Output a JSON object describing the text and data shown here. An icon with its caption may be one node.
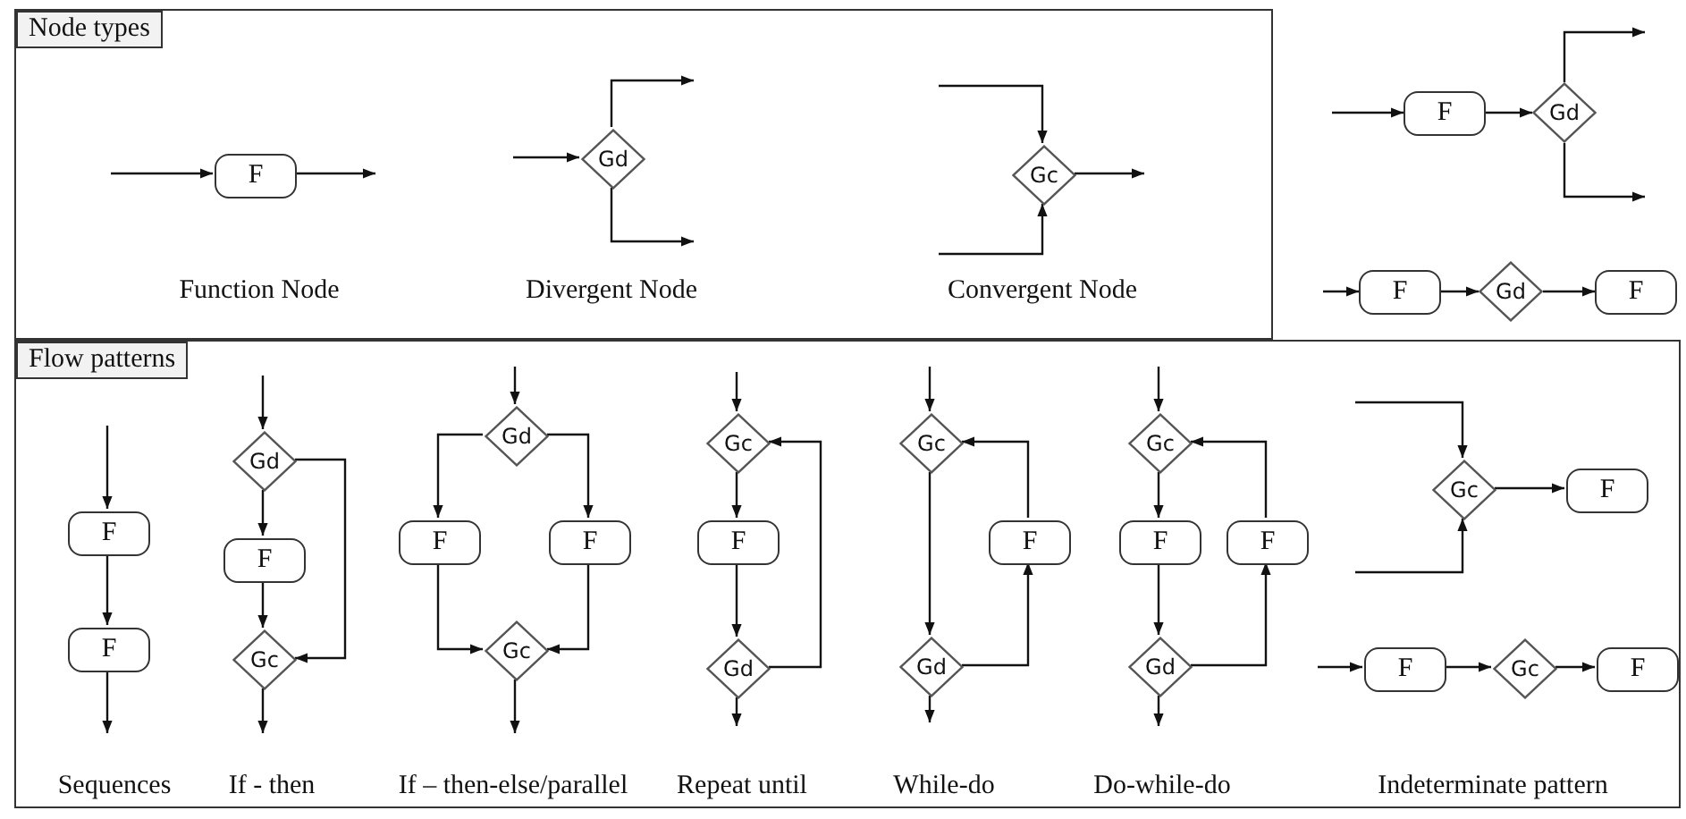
{
  "diagram": {
    "nodes": [
      {
        "text": [
          "Node types"
        ]
      },
      {
        "text": [
          "F"
        ],
        "in": 0
      },
      {
        "text": [
          "Gd"
        ],
        "in": 0
      },
      {
        "text": [
          "Gc"
        ],
        "in": 0
      },
      {
        "text": [
          "F"
        ]
      },
      {
        "text": [
          "Gd"
        ]
      },
      {
        "text": [
          "F"
        ]
      },
      {
        "text": [
          "Gd"
        ]
      },
      {
        "text": [
          "F"
        ]
      },
      {
        "text": [
          "Flow patterns"
        ]
      },
      {
        "text": [
          "F"
        ],
        "in": 9
      },
      {
        "text": [
          "F"
        ],
        "in": 9
      },
      {
        "text": [
          "Gd"
        ],
        "in": 9
      },
      {
        "text": [
          "F"
        ],
        "in": 9
      },
      {
        "text": [
          "Gc"
        ],
        "in": 9
      },
      {
        "text": [
          "Gd"
        ],
        "in": 9
      },
      {
        "text": [
          "F"
        ],
        "in": 9
      },
      {
        "text": [
          "F"
        ],
        "in": 9
      },
      {
        "text": [
          "Gc"
        ],
        "in": 9
      },
      {
        "text": [
          "Gc"
        ],
        "in": 9
      },
      {
        "text": [
          "F"
        ],
        "in": 9
      },
      {
        "text": [
          "Gd"
        ],
        "in": 9
      },
      {
        "text": [
          "Gc"
        ],
        "in": 9
      },
      {
        "text": [
          "F"
        ],
        "in": 9
      },
      {
        "text": [
          "Gd"
        ],
        "in": 9
      },
      {
        "text": [
          "Gc"
        ],
        "in": 9
      },
      {
        "text": [
          "F"
        ],
        "in": 9
      },
      {
        "text": [
          "F"
        ],
        "in": 9
      },
      {
        "text": [
          "Gd"
        ],
        "in": 9
      },
      {
        "text": [
          "Gc"
        ],
        "in": 9
      },
      {
        "text": [
          "F"
        ],
        "in": 9
      },
      {
        "text": [
          "F"
        ],
        "in": 9
      },
      {
        "text": [
          "Gc"
        ],
        "in": 9
      },
      {
        "text": [
          "F"
        ],
        "in": 9
      }
    ],
    "edges": [
      {
        "from": null,
        "to": 1,
        "arrow": "to"
      },
      {
        "from": 1,
        "to": null,
        "arrow": "to"
      },
      {
        "from": null,
        "to": 2,
        "arrow": "to"
      },
      {
        "from": 2,
        "to": null,
        "arrow": "to"
      },
      {
        "from": 2,
        "to": null,
        "arrow": "to"
      },
      {
        "from": null,
        "to": 3,
        "arrow": "to"
      },
      {
        "from": null,
        "to": 3,
        "arrow": "to"
      },
      {
        "from": 3,
        "to": null,
        "arrow": "to"
      },
      {
        "from": null,
        "to": 4,
        "arrow": "to"
      },
      {
        "from": 4,
        "to": 5,
        "arrow": "to"
      },
      {
        "from": 5,
        "to": null,
        "arrow": "to"
      },
      {
        "from": 5,
        "to": null,
        "arrow": "to"
      },
      {
        "from": null,
        "to": 6,
        "arrow": "to"
      },
      {
        "from": 6,
        "to": 7,
        "arrow": "to"
      },
      {
        "from": 7,
        "to": 8,
        "arrow": "to"
      },
      {
        "from": null,
        "to": 10,
        "arrow": "to"
      },
      {
        "from": 10,
        "to": 11,
        "arrow": "to"
      },
      {
        "from": 11,
        "to": null,
        "arrow": "to"
      },
      {
        "from": null,
        "to": 12,
        "arrow": "to"
      },
      {
        "from": 12,
        "to": 13,
        "arrow": "to"
      },
      {
        "from": 13,
        "to": 14,
        "arrow": "to"
      },
      {
        "from": 12,
        "to": 14,
        "arrow": "to"
      },
      {
        "from": 14,
        "to": null,
        "arrow": "to"
      },
      {
        "from": null,
        "to": 15,
        "arrow": "to"
      },
      {
        "from": 15,
        "to": 16,
        "arrow": "to"
      },
      {
        "from": 15,
        "to": 17,
        "arrow": "to"
      },
      {
        "from": 16,
        "to": 18,
        "arrow": "to"
      },
      {
        "from": 17,
        "to": 18,
        "arrow": "to"
      },
      {
        "from": 18,
        "to": null,
        "arrow": "to"
      },
      {
        "from": null,
        "to": 19,
        "arrow": "to"
      },
      {
        "from": 19,
        "to": 20,
        "arrow": "to"
      },
      {
        "from": 20,
        "to": 21,
        "arrow": "to"
      },
      {
        "from": 21,
        "to": 19,
        "arrow": "to"
      },
      {
        "from": 21,
        "to": null,
        "arrow": "to"
      },
      {
        "from": null,
        "to": 22,
        "arrow": "to"
      },
      {
        "from": 22,
        "to": 24,
        "arrow": "to"
      },
      {
        "from": 24,
        "to": 23,
        "arrow": "to"
      },
      {
        "from": 23,
        "to": 22,
        "arrow": "to"
      },
      {
        "from": 24,
        "to": null,
        "arrow": "to"
      },
      {
        "from": null,
        "to": 25,
        "arrow": "to"
      },
      {
        "from": 25,
        "to": 26,
        "arrow": "to"
      },
      {
        "from": 26,
        "to": 28,
        "arrow": "to"
      },
      {
        "from": 28,
        "to": 27,
        "arrow": "to"
      },
      {
        "from": 27,
        "to": 25,
        "arrow": "to"
      },
      {
        "from": 28,
        "to": null,
        "arrow": "to"
      },
      {
        "from": null,
        "to": 29,
        "arrow": "to"
      },
      {
        "from": null,
        "to": 29,
        "arrow": "to"
      },
      {
        "from": 29,
        "to": 30,
        "arrow": "to"
      },
      {
        "from": null,
        "to": 31,
        "arrow": "to"
      },
      {
        "from": 31,
        "to": 32,
        "arrow": "to"
      },
      {
        "from": 32,
        "to": 33,
        "arrow": "to"
      }
    ],
    "labels": [
      "Function Node",
      "Divergent Node",
      "Convergent Node",
      "Sequences",
      "If - then",
      "If – then-else/parallel",
      "Repeat until",
      "While-do",
      "Do-while-do",
      "Indeterminate pattern"
    ]
  }
}
